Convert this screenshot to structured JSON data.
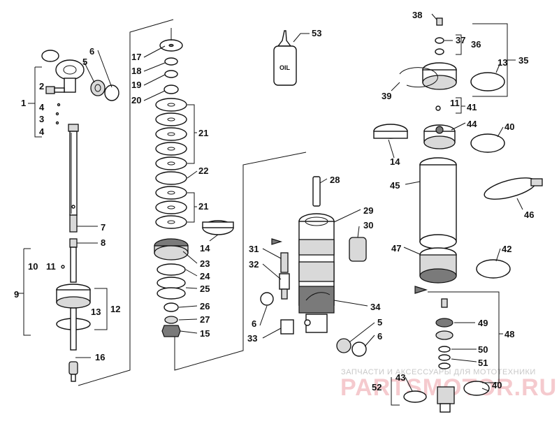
{
  "oil_bottle_text": "OIL",
  "watermark": {
    "line1": "ЗАПЧАСТИ И АКСЕССУАРЫ ДЛЯ МОТОТЕХНИКИ",
    "line2": "PARTSMOTOR.RU"
  },
  "callouts": {
    "c1": "1",
    "c2": "2",
    "c3": "3",
    "c4a": "4",
    "c4b": "4",
    "c5a": "5",
    "c6a": "6",
    "c7": "7",
    "c8": "8",
    "c9": "9",
    "c10": "10",
    "c11a": "11",
    "c12": "12",
    "c13a": "13",
    "c16": "16",
    "c17": "17",
    "c18": "18",
    "c19": "19",
    "c20": "20",
    "c21a": "21",
    "c22": "22",
    "c21b": "21",
    "c14a": "14",
    "c23": "23",
    "c24": "24",
    "c25": "25",
    "c26": "26",
    "c27": "27",
    "c15": "15",
    "c53": "53",
    "c28": "28",
    "c29": "29",
    "c30": "30",
    "c31": "31",
    "c32": "32",
    "c34": "34",
    "c6b": "6",
    "c33": "33",
    "c5b": "5",
    "c6c": "6",
    "c38": "38",
    "c37": "37",
    "c36": "36",
    "c35": "35",
    "c13b": "13",
    "c39": "39",
    "c11b": "11",
    "c41": "41",
    "c44": "44",
    "c40a": "40",
    "c14b": "14",
    "c45": "45",
    "c46": "46",
    "c47": "47",
    "c42": "42",
    "c49": "49",
    "c48": "48",
    "c50": "50",
    "c51": "51",
    "c43": "43",
    "c52": "52",
    "c40b": "40"
  }
}
